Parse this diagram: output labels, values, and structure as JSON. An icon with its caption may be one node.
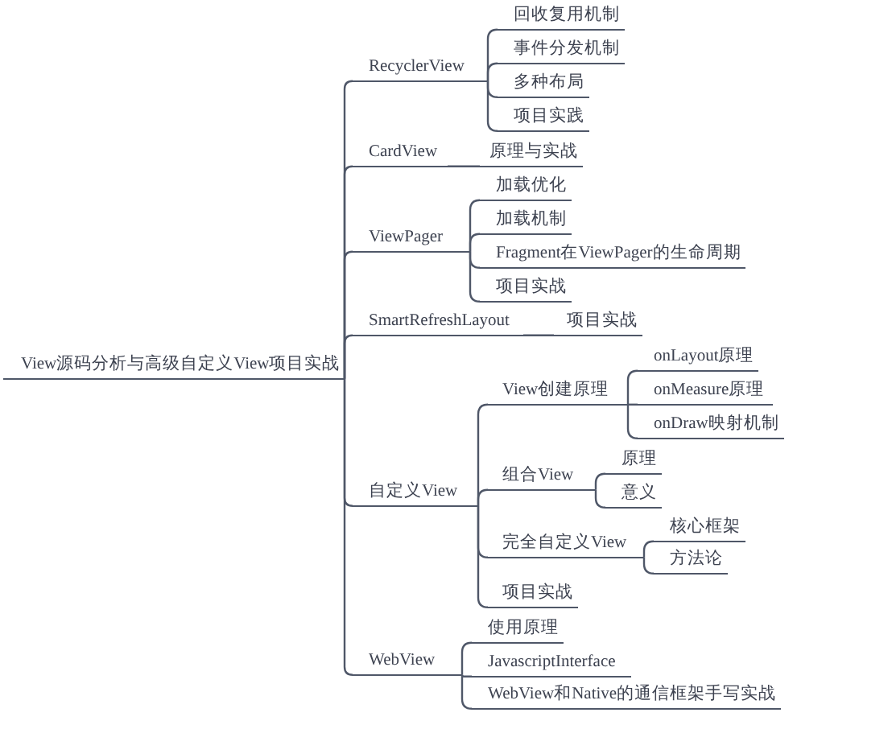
{
  "diagram": {
    "nodes": [
      {
        "text": [
          "View源码分析与高级自定义View项目实战"
        ]
      },
      {
        "text": [
          "RecyclerView"
        ]
      },
      {
        "text": [
          "回收复用机制"
        ]
      },
      {
        "text": [
          "事件分发机制"
        ]
      },
      {
        "text": [
          "多种布局"
        ]
      },
      {
        "text": [
          "项目实践"
        ]
      },
      {
        "text": [
          "CardView"
        ]
      },
      {
        "text": [
          "原理与实战"
        ]
      },
      {
        "text": [
          "ViewPager"
        ]
      },
      {
        "text": [
          "加载优化"
        ]
      },
      {
        "text": [
          "加载机制"
        ]
      },
      {
        "text": [
          "Fragment在ViewPager的生命周期"
        ]
      },
      {
        "text": [
          "项目实战"
        ]
      },
      {
        "text": [
          "SmartRefreshLayout"
        ]
      },
      {
        "text": [
          "项目实战"
        ]
      },
      {
        "text": [
          "自定义View"
        ]
      },
      {
        "text": [
          "View创建原理"
        ]
      },
      {
        "text": [
          "onLayout原理"
        ]
      },
      {
        "text": [
          "onMeasure原理"
        ]
      },
      {
        "text": [
          "onDraw映射机制"
        ]
      },
      {
        "text": [
          "组合View"
        ]
      },
      {
        "text": [
          "原理"
        ]
      },
      {
        "text": [
          "意义"
        ]
      },
      {
        "text": [
          "完全自定义View"
        ]
      },
      {
        "text": [
          "核心框架"
        ]
      },
      {
        "text": [
          "方法论"
        ]
      },
      {
        "text": [
          "项目实战"
        ]
      },
      {
        "text": [
          "WebView"
        ]
      },
      {
        "text": [
          "使用原理"
        ]
      },
      {
        "text": [
          "JavascriptInterface"
        ]
      },
      {
        "text": [
          "WebView和Native的通信框架手写实战"
        ]
      }
    ],
    "edges": [
      {
        "from": 0,
        "to": 1,
        "arrow": "none"
      },
      {
        "from": 0,
        "to": 6,
        "arrow": "none"
      },
      {
        "from": 0,
        "to": 8,
        "arrow": "none"
      },
      {
        "from": 0,
        "to": 13,
        "arrow": "none"
      },
      {
        "from": 0,
        "to": 15,
        "arrow": "none"
      },
      {
        "from": 0,
        "to": 27,
        "arrow": "none"
      },
      {
        "from": 1,
        "to": 2,
        "arrow": "none"
      },
      {
        "from": 1,
        "to": 3,
        "arrow": "none"
      },
      {
        "from": 1,
        "to": 4,
        "arrow": "none"
      },
      {
        "from": 1,
        "to": 5,
        "arrow": "none"
      },
      {
        "from": 6,
        "to": 7,
        "arrow": "none"
      },
      {
        "from": 8,
        "to": 9,
        "arrow": "none"
      },
      {
        "from": 8,
        "to": 10,
        "arrow": "none"
      },
      {
        "from": 8,
        "to": 11,
        "arrow": "none"
      },
      {
        "from": 8,
        "to": 12,
        "arrow": "none"
      },
      {
        "from": 13,
        "to": 14,
        "arrow": "none"
      },
      {
        "from": 15,
        "to": 16,
        "arrow": "none"
      },
      {
        "from": 15,
        "to": 20,
        "arrow": "none"
      },
      {
        "from": 15,
        "to": 23,
        "arrow": "none"
      },
      {
        "from": 15,
        "to": 26,
        "arrow": "none"
      },
      {
        "from": 16,
        "to": 17,
        "arrow": "none"
      },
      {
        "from": 16,
        "to": 18,
        "arrow": "none"
      },
      {
        "from": 16,
        "to": 19,
        "arrow": "none"
      },
      {
        "from": 20,
        "to": 21,
        "arrow": "none"
      },
      {
        "from": 20,
        "to": 22,
        "arrow": "none"
      },
      {
        "from": 23,
        "to": 24,
        "arrow": "none"
      },
      {
        "from": 23,
        "to": 25,
        "arrow": "none"
      },
      {
        "from": 27,
        "to": 28,
        "arrow": "none"
      },
      {
        "from": 27,
        "to": 29,
        "arrow": "none"
      },
      {
        "from": 27,
        "to": 30,
        "arrow": "none"
      }
    ]
  }
}
